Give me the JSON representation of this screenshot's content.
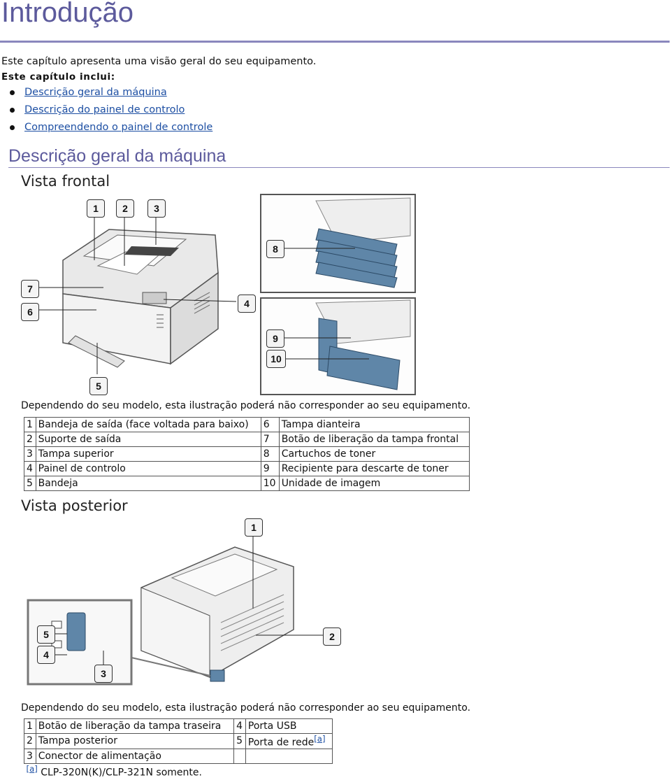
{
  "page": {
    "title": "Introdução",
    "intro": "Este capítulo apresenta uma visão geral do seu equipamento.",
    "includes_label": "Este capítulo inclui:",
    "toc": [
      "Descrição geral da máquina",
      "Descrição do painel de controlo",
      "Compreendendo o painel de controle"
    ]
  },
  "section": {
    "heading": "Descrição geral da máquina",
    "front": {
      "heading": "Vista frontal",
      "callouts": [
        "1",
        "2",
        "3",
        "4",
        "5",
        "6",
        "7",
        "8",
        "9",
        "10"
      ],
      "note": "Dependendo do seu modelo, esta ilustração poderá não corresponder ao seu equipamento.",
      "table": [
        {
          "n1": "1",
          "label1": "Bandeja de saída (face voltada para baixo)",
          "n2": "6",
          "label2": "Tampa dianteira"
        },
        {
          "n1": "2",
          "label1": "Suporte de saída",
          "n2": "7",
          "label2": "Botão de liberação da tampa frontal"
        },
        {
          "n1": "3",
          "label1": "Tampa superior",
          "n2": "8",
          "label2": "Cartuchos de toner"
        },
        {
          "n1": "4",
          "label1": "Painel de controlo",
          "n2": "9",
          "label2": "Recipiente para descarte de toner"
        },
        {
          "n1": "5",
          "label1": "Bandeja",
          "n2": "10",
          "label2": "Unidade de imagem"
        }
      ]
    },
    "rear": {
      "heading": "Vista posterior",
      "callouts": [
        "1",
        "2",
        "3",
        "4",
        "5"
      ],
      "note": "Dependendo do seu modelo, esta ilustração poderá não corresponder ao seu equipamento.",
      "table": [
        {
          "n1": "1",
          "label1": "Botão de liberação da tampa traseira",
          "n2": "4",
          "label2": "Porta USB"
        },
        {
          "n1": "2",
          "label1": "Tampa posterior",
          "n2": "5",
          "label2": "Porta de rede"
        },
        {
          "n1": "3",
          "label1": "Conector de alimentação",
          "n2": "",
          "label2": ""
        }
      ],
      "footnote_marker": "a",
      "footnote_text": "CLP-320N(K)/CLP-321N somente."
    }
  }
}
